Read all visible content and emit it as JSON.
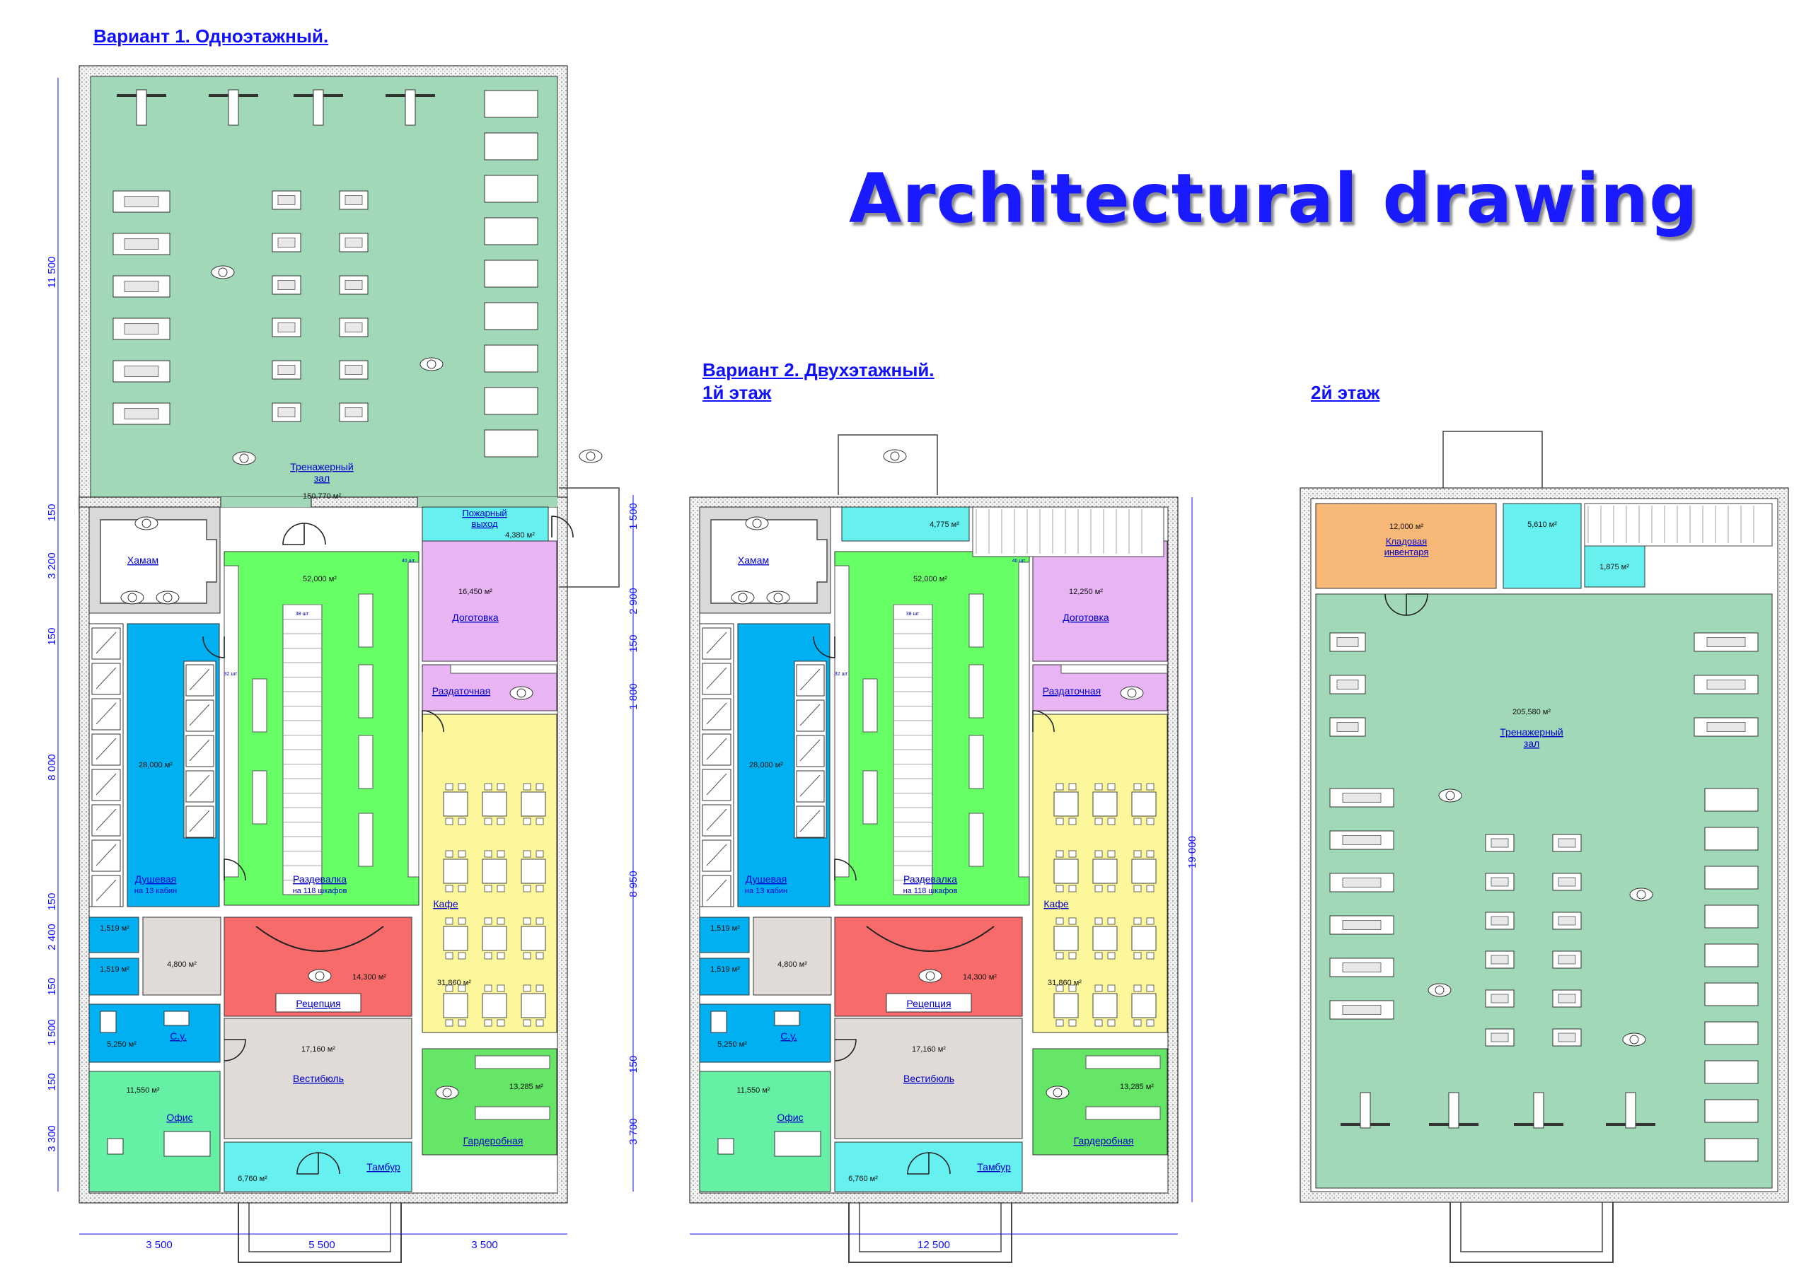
{
  "title": "Architectural drawing",
  "variant1": {
    "heading": "Вариант 1. Одноэтажный.",
    "rooms": {
      "gym": "Тренажерный\nзал",
      "gym_area": "150,770 м²",
      "fire_exit": "Пожарный\nвыход",
      "fire_exit_area": "4,380 м²",
      "hamam": "Хамам",
      "locker_area": "52,000 м²",
      "locker": "Раздевалка",
      "locker_note": "на 118 шкафов",
      "prep_area": "16,450 м²",
      "prep": "Доготовка",
      "serving": "Раздаточная",
      "shower_area": "28,000 м²",
      "shower": "Душевая",
      "shower_note": "на 13 кабин",
      "cafe": "Кафе",
      "cafe_area": "31,860 м²",
      "wc1": "1,519 м²",
      "wc2": "1,519 м²",
      "hall_small": "4,800 м²",
      "reception_area": "14,300 м²",
      "reception": "Рецепция",
      "su": "С.у.",
      "su_area": "5,250 м²",
      "lobby_area": "17,160 м²",
      "lobby": "Вестибюль",
      "office_area": "11,550 м²",
      "office": "Офис",
      "wardrobe_area": "13,285 м²",
      "wardrobe": "Гардеробная",
      "tambour_area": "6,760 м²",
      "tambour": "Тамбур",
      "n40": "40 шт",
      "n38": "38 шт",
      "n32": "32 шт"
    },
    "dims_left": [
      "11 500",
      "150",
      "3 200",
      "150",
      "8 000",
      "150",
      "2 400",
      "150",
      "1 500",
      "150",
      "3 300"
    ],
    "dims_right": [
      "1 500",
      "2 900",
      "150",
      "1 800",
      "8 950",
      "150",
      "3 700"
    ],
    "dims_bottom": [
      "3 500",
      "5 500",
      "3 500"
    ]
  },
  "variant2": {
    "heading_line1": "Вариант 2. Двухэтажный.",
    "heading_line2": "1й этаж",
    "rooms": {
      "stair_area": "4,775 м²",
      "hamam": "Хамам",
      "locker_area": "52,000 м²",
      "locker": "Раздевалка",
      "locker_note": "на 118 шкафов",
      "prep_area": "12,250 м²",
      "prep": "Доготовка",
      "serving": "Раздаточная",
      "shower_area": "28,000 м²",
      "shower": "Душевая",
      "shower_note": "на 13 кабин",
      "cafe": "Кафе",
      "cafe_area": "31,860 м²",
      "wc1": "1,519 м²",
      "wc2": "1,519 м²",
      "hall_small": "4,800 м²",
      "reception_area": "14,300 м²",
      "reception": "Рецепция",
      "su": "С.у.",
      "su_area": "5,250 м²",
      "lobby_area": "17,160 м²",
      "lobby": "Вестибюль",
      "office_area": "11,550 м²",
      "office": "Офис",
      "wardrobe_area": "13,285 м²",
      "wardrobe": "Гардеробная",
      "tambour_area": "6,760 м²",
      "tambour": "Тамбур",
      "n40": "40 шт",
      "n38": "38 шт",
      "n32": "32 шт"
    },
    "dim_right": "19 000",
    "dim_bottom": "12 500"
  },
  "floor2": {
    "heading": "2й этаж",
    "rooms": {
      "storage_area": "12,000 м²",
      "storage": "Кладовая\nинвентаря",
      "hall_area": "5,610 м²",
      "stair_area": "1,875 м²",
      "gym_area": "205,580 м²",
      "gym": "Тренажерный\nзал"
    }
  }
}
